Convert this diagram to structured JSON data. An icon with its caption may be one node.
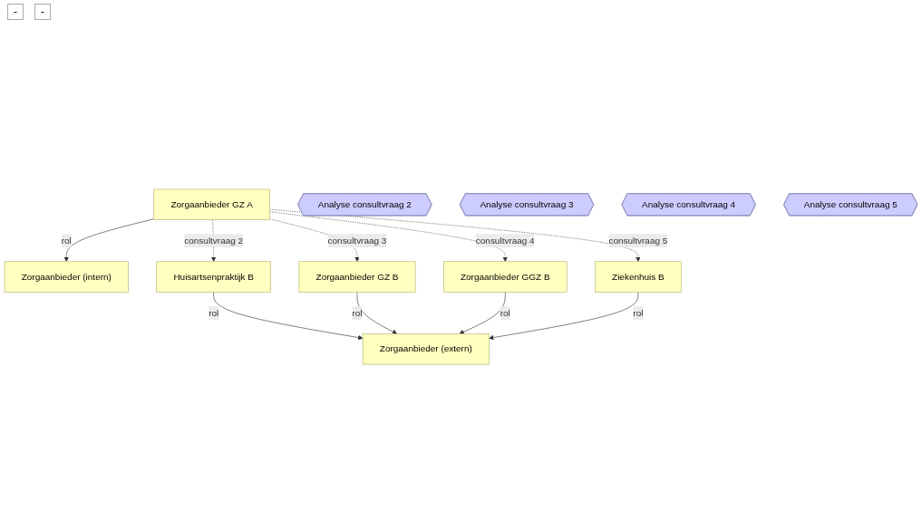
{
  "diagram": {
    "nodes": [
      {
        "text": [
          "Zorgaanbieder (intern)"
        ]
      },
      {
        "text": [
          "Zorgaanbieder GZ A"
        ]
      },
      {
        "text": [
          "Huisartsenpraktijk B"
        ]
      },
      {
        "text": [
          "Zorgaanbieder GZ B"
        ]
      },
      {
        "text": [
          "Zorgaanbieder GGZ B"
        ]
      },
      {
        "text": [
          "Ziekenhuis B"
        ]
      },
      {
        "text": [
          "Zorgaanbieder (extern)"
        ]
      },
      {
        "text": [
          "Analyse consultvraag 2"
        ]
      },
      {
        "text": [
          "Analyse consultvraag 3"
        ]
      },
      {
        "text": [
          "Analyse consultvraag 4"
        ]
      },
      {
        "text": [
          "Analyse consultvraag 5"
        ]
      }
    ],
    "edges": [
      {
        "from": 1,
        "to": 0,
        "arrow": "to",
        "label": "rol"
      },
      {
        "from": 1,
        "to": 2,
        "arrow": "to",
        "label": "consultvraag 2",
        "style": "dashed"
      },
      {
        "from": 1,
        "to": 3,
        "arrow": "to",
        "label": "consultvraag 3",
        "style": "dashed"
      },
      {
        "from": 1,
        "to": 4,
        "arrow": "to",
        "label": "consultvraag 4",
        "style": "dashed"
      },
      {
        "from": 1,
        "to": 5,
        "arrow": "to",
        "label": "consultvraag 5",
        "style": "dashed"
      },
      {
        "from": 2,
        "to": 6,
        "arrow": "to",
        "label": "rol"
      },
      {
        "from": 3,
        "to": 6,
        "arrow": "to",
        "label": "rol"
      },
      {
        "from": 4,
        "to": 6,
        "arrow": "to",
        "label": "rol"
      },
      {
        "from": 5,
        "to": 6,
        "arrow": "to",
        "label": "rol"
      }
    ],
    "labels": [
      "-",
      "-"
    ]
  }
}
